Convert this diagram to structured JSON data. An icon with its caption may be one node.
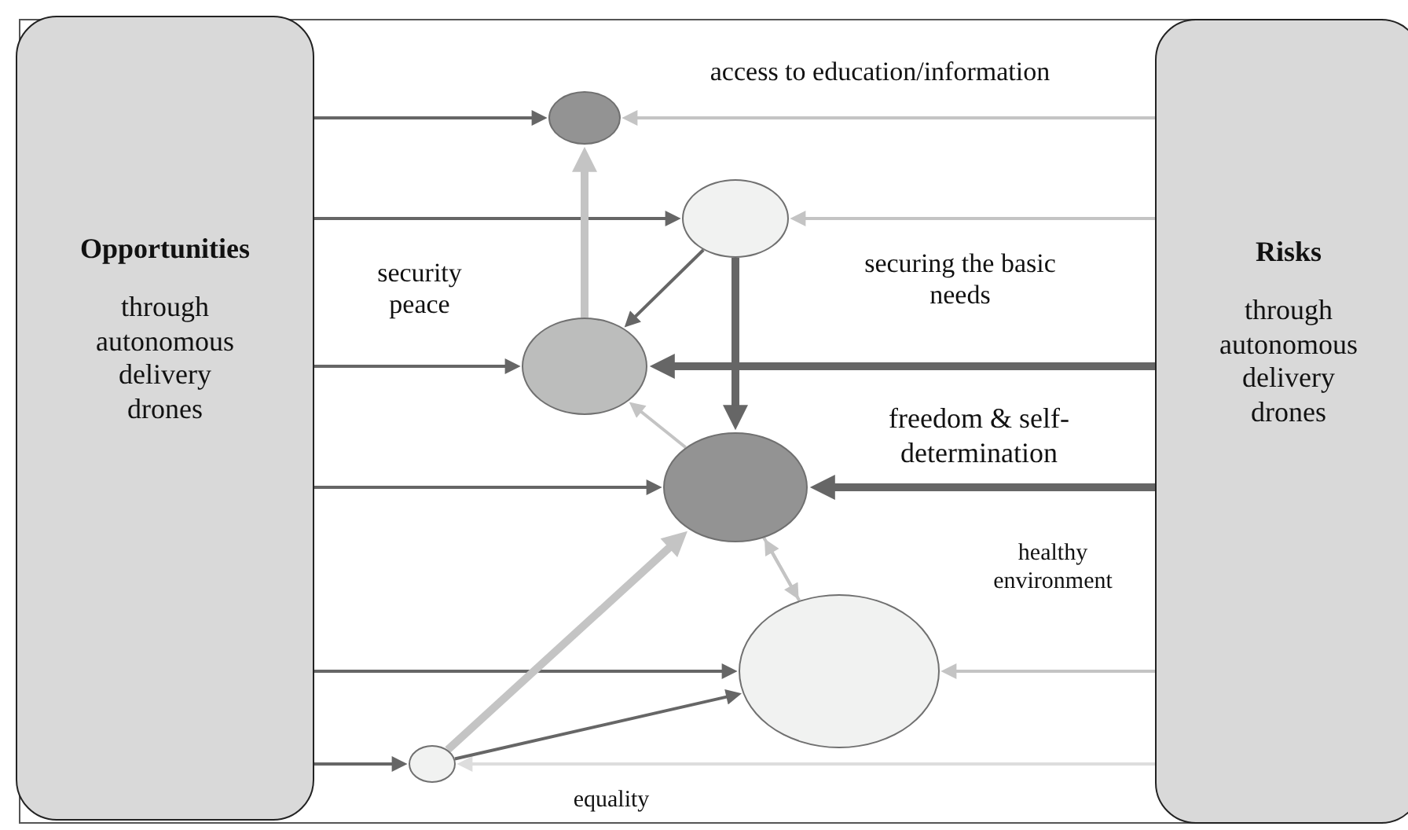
{
  "diagram": {
    "nodes": [
      {
        "text": [
          "Opportunities",
          "through autonomous delivery drones"
        ]
      },
      {
        "text": [
          "Risks",
          "through autonomous delivery drones"
        ]
      },
      {
        "text": [],
        "shape": "circle",
        "beside": [
          "access to education/information"
        ]
      },
      {
        "text": [],
        "shape": "circle",
        "beside": [
          "securing the basic needs"
        ]
      },
      {
        "text": [],
        "shape": "circle",
        "beside": [
          "security peace"
        ]
      },
      {
        "text": [],
        "shape": "circle",
        "beside": [
          "freedom & self-determination"
        ]
      },
      {
        "text": [],
        "shape": "circle",
        "beside": [
          "healthy environment"
        ]
      },
      {
        "text": [],
        "shape": "circle"
      }
    ],
    "labels": [
      "equality"
    ],
    "edges": [
      {
        "from": 0,
        "to": 2,
        "arrow": "to"
      },
      {
        "from": 0,
        "to": 3,
        "arrow": "to"
      },
      {
        "from": 0,
        "to": 4,
        "arrow": "to"
      },
      {
        "from": 0,
        "to": 5,
        "arrow": "to"
      },
      {
        "from": 0,
        "to": 6,
        "arrow": "to"
      },
      {
        "from": 0,
        "to": 7,
        "arrow": "to"
      },
      {
        "from": 1,
        "to": 2,
        "arrow": "to",
        "color": "#c4c4c4"
      },
      {
        "from": 1,
        "to": 3,
        "arrow": "to",
        "color": "#c4c4c4"
      },
      {
        "from": 1,
        "to": 4,
        "arrow": "to",
        "style": "thick"
      },
      {
        "from": 1,
        "to": 5,
        "arrow": "to",
        "style": "thick"
      },
      {
        "from": 1,
        "to": 6,
        "arrow": "to",
        "color": "#c4c4c4"
      },
      {
        "from": 1,
        "to": 7,
        "arrow": "to",
        "color": "#dddddd"
      },
      {
        "from": 4,
        "to": 2,
        "arrow": "to",
        "style": "thick",
        "color": "#c4c4c4"
      },
      {
        "from": 3,
        "to": 4,
        "arrow": "to"
      },
      {
        "from": 3,
        "to": 5,
        "arrow": "to",
        "style": "thick"
      },
      {
        "from": 5,
        "to": 4,
        "arrow": "to",
        "color": "#c4c4c4"
      },
      {
        "from": 5,
        "to": 6,
        "arrow": "to",
        "color": "#c4c4c4"
      },
      {
        "from": 6,
        "to": 5,
        "arrow": "to",
        "color": "#c4c4c4"
      },
      {
        "from": 7,
        "to": 5,
        "arrow": "to",
        "style": "thick",
        "color": "#c4c4c4"
      },
      {
        "from": 7,
        "to": 6,
        "arrow": "to"
      }
    ]
  }
}
